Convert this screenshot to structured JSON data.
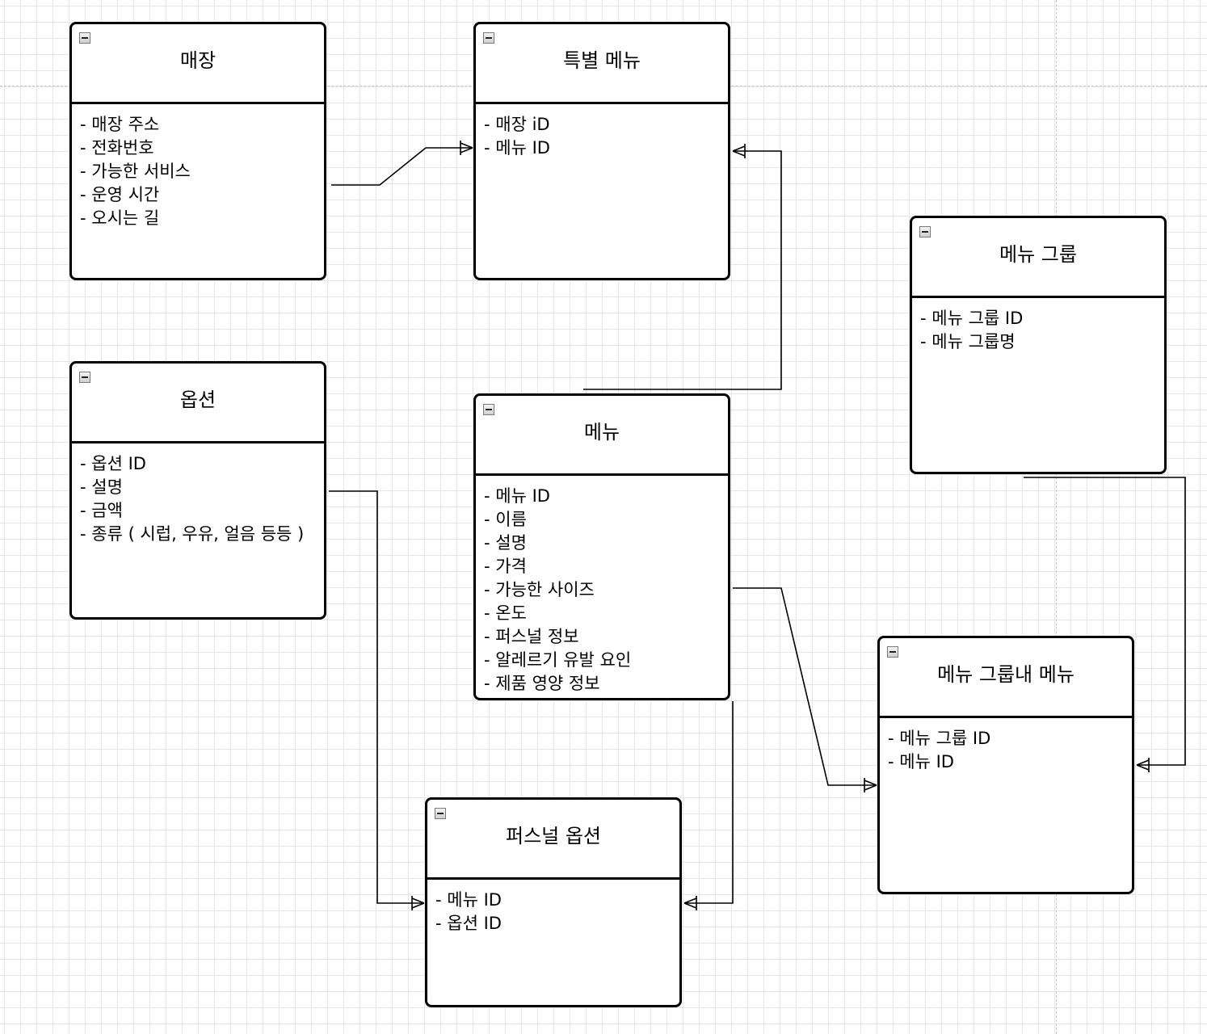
{
  "colors": {
    "background": "#ffffff",
    "grid": "#e6e6e6",
    "stroke": "#000000"
  },
  "entities": {
    "store": {
      "title": "매장",
      "attributes": [
        "- 매장 주소",
        "- 전화번호",
        "- 가능한 서비스",
        "- 운영 시간",
        "- 오시는 길"
      ]
    },
    "special_menu": {
      "title": "특별 메뉴",
      "attributes": [
        "- 매장 iD",
        "- 메뉴 ID"
      ]
    },
    "menu_group": {
      "title": "메뉴 그룹",
      "attributes": [
        "- 메뉴 그룹 ID",
        "- 메뉴 그룹명"
      ]
    },
    "option": {
      "title": "옵션",
      "attributes": [
        "- 옵션 ID",
        "- 설명",
        "- 금액",
        "- 종류 ( 시럽, 우유, 얼음 등등 )"
      ]
    },
    "menu": {
      "title": "메뉴",
      "attributes": [
        "- 메뉴 ID",
        "- 이름",
        "- 설명",
        "- 가격",
        "- 가능한 사이즈",
        "- 온도",
        "- 퍼스널 정보",
        "- 알레르기 유발 요인",
        "- 제품 영양 정보"
      ]
    },
    "menu_in_group": {
      "title": "메뉴 그룹내 메뉴",
      "attributes": [
        "- 메뉴 그룹 ID",
        "- 메뉴 ID"
      ]
    },
    "personal_option": {
      "title": "퍼스널 옵션",
      "attributes": [
        "- 메뉴 ID",
        "- 옵션 ID"
      ]
    }
  },
  "relationships": [
    {
      "from": "store",
      "to": "special_menu",
      "end_marker": "crows-foot"
    },
    {
      "from": "menu",
      "to": "special_menu",
      "end_marker": "crows-foot"
    },
    {
      "from": "menu_group",
      "to": "menu_in_group",
      "end_marker": "crows-foot"
    },
    {
      "from": "menu",
      "to": "menu_in_group",
      "end_marker": "crows-foot"
    },
    {
      "from": "option",
      "to": "personal_option",
      "end_marker": "crows-foot"
    },
    {
      "from": "menu",
      "to": "personal_option",
      "end_marker": "crows-foot"
    }
  ]
}
